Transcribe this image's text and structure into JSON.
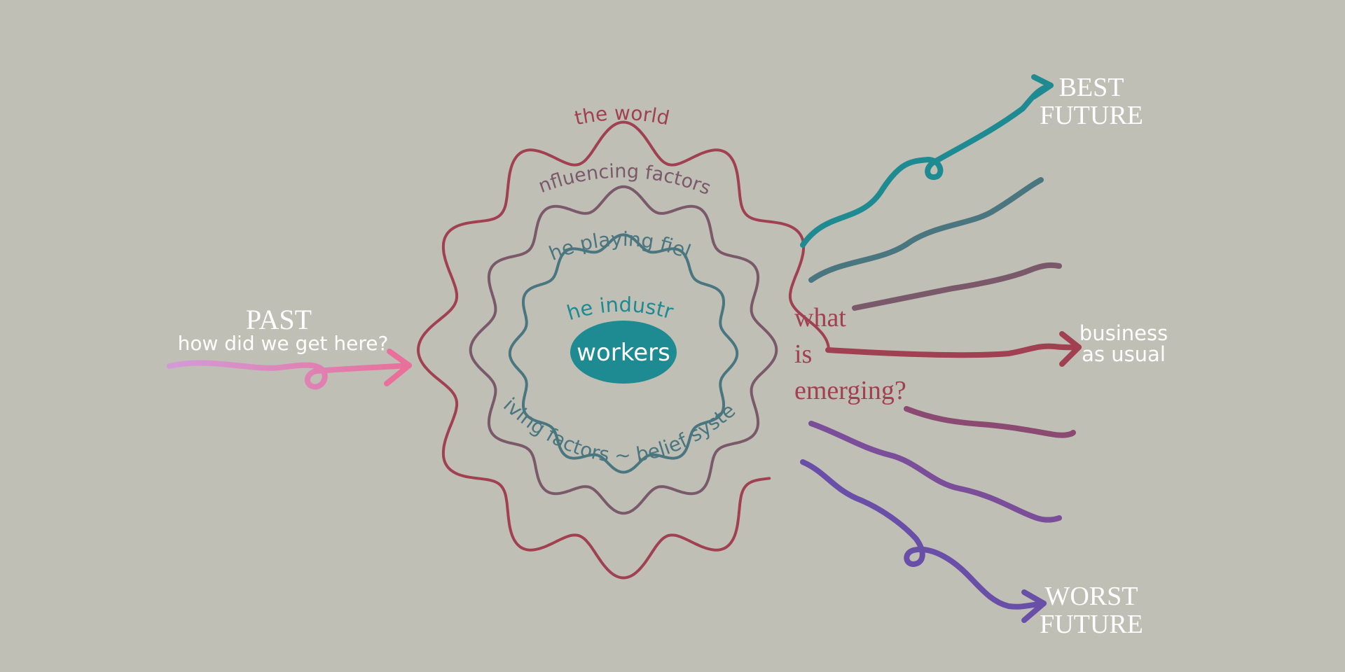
{
  "labels": {
    "past_title": "PAST",
    "past_subtitle": "how did we get here?",
    "ring_world": "the world",
    "ring_influencing": "influencing factors",
    "ring_playing_field": "the playing field",
    "ring_industry": "the industry",
    "center": "workers",
    "bottom_arc": "driving factors ~ belief systems",
    "question_line1": "what",
    "question_line2": "is",
    "question_line3": "emerging?",
    "best_line1": "BEST",
    "best_line2": "FUTURE",
    "usual_line1": "business",
    "usual_line2": "as usual",
    "worst_line1": "WORST",
    "worst_line2": "FUTURE"
  },
  "colors": {
    "background": "#c0bfb5",
    "ring_world": "#a04050",
    "ring_influencing": "#7a5a6a",
    "ring_playing_field": "#4a7680",
    "ring_industry": "#1e8a92",
    "center_fill": "#1e8a92",
    "past_arrow_start": "#d39ad8",
    "past_arrow_end": "#e0709f",
    "best_arrow": "#1e8a92",
    "usual_arrow": "#a04050",
    "worst_arrow": "#6a4fa8",
    "white_text": "#ffffff"
  }
}
